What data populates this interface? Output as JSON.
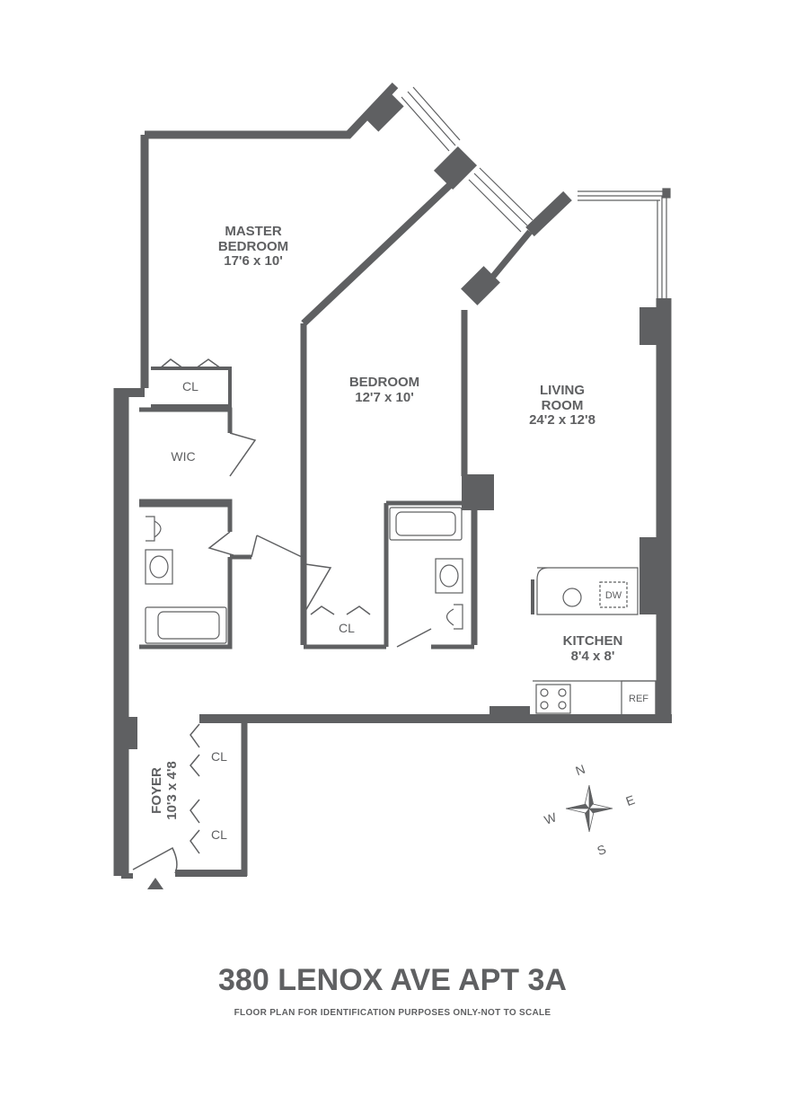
{
  "rooms": {
    "master_bedroom": {
      "name_line1": "MASTER",
      "name_line2": "BEDROOM",
      "size": "17'6 x 10'"
    },
    "bedroom": {
      "name": "BEDROOM",
      "size": "12'7 x 10'"
    },
    "living_room": {
      "name_line1": "LIVING",
      "name_line2": "ROOM",
      "size": "24'2 x 12'8"
    },
    "kitchen": {
      "name": "KITCHEN",
      "size": "8'4 x 8'"
    },
    "foyer": {
      "name": "FOYER",
      "size": "10'3 x 4'8"
    }
  },
  "fixtures": {
    "closet_master": "CL",
    "closet_bedroom": "CL",
    "closet_foyer_1": "CL",
    "closet_foyer_2": "CL",
    "walk_in_closet": "WIC",
    "dishwasher": "DW",
    "refrigerator": "REF"
  },
  "compass": {
    "n": "N",
    "s": "S",
    "e": "E",
    "w": "W"
  },
  "footer": {
    "address": "380 LENOX AVE APT 3A",
    "disclaimer": "FLOOR PLAN FOR IDENTIFICATION PURPOSES ONLY-NOT TO SCALE"
  },
  "colors": {
    "wall": "#5f6062",
    "line": "#5f6062",
    "background": "#ffffff"
  }
}
